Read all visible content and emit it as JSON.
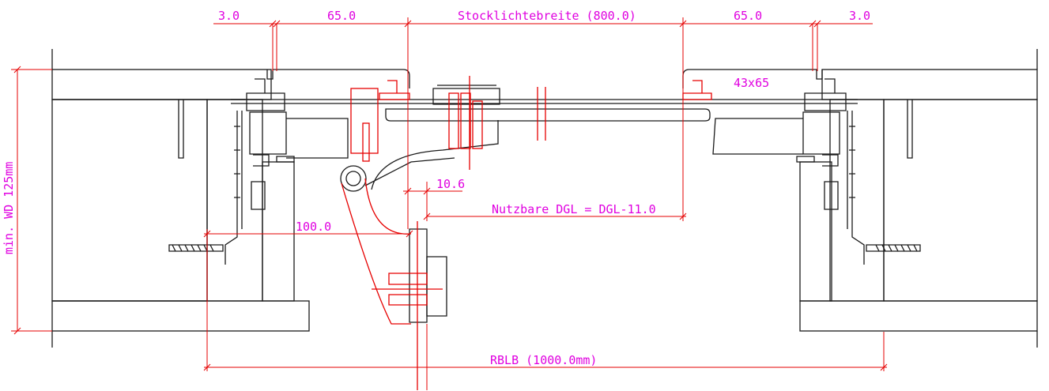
{
  "drawing": {
    "dimensions": {
      "gap_left": "3.0",
      "frame_left": "65.0",
      "clear_width": "Stocklichtebreite (800.0)",
      "frame_right": "65.0",
      "gap_right": "3.0",
      "profile": "43x65",
      "offset": "10.6",
      "usable_width": "Nutzbare DGL = DGL-11.0",
      "door_swing": "100.0",
      "rough_opening": "RBLB (1000.0mm)",
      "wall_thickness": "min. WD 125mm"
    },
    "colors": {
      "dimension": "#e000e0",
      "hardware": "#e60000",
      "outline": "#1a1a1a"
    }
  }
}
